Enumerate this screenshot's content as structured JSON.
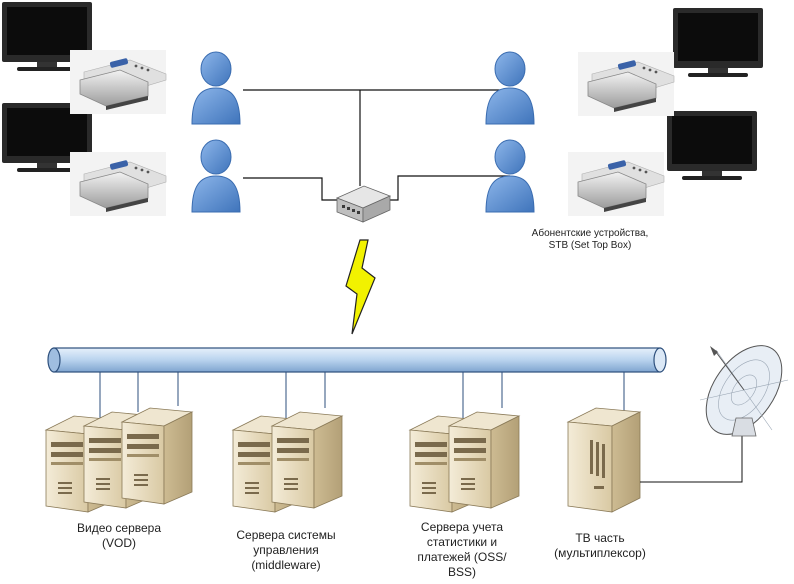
{
  "subscriber_label": "Абонентские устройства,\nSTB (Set Top Box)",
  "servers": {
    "vod": "Видео сервера\n(VOD)",
    "middleware": "Сервера системы\nуправления\n(middleware)",
    "oss_bss": "Сервера учета\nстатистики и\nплатежей (OSS/\nBSS)",
    "tv": "ТВ часть\n(мультиплексор)"
  },
  "colors": {
    "person": "#5b8fd0",
    "bus": "#b9d3ee",
    "server": "#e8dcc0",
    "lightning": "#f2f200"
  }
}
